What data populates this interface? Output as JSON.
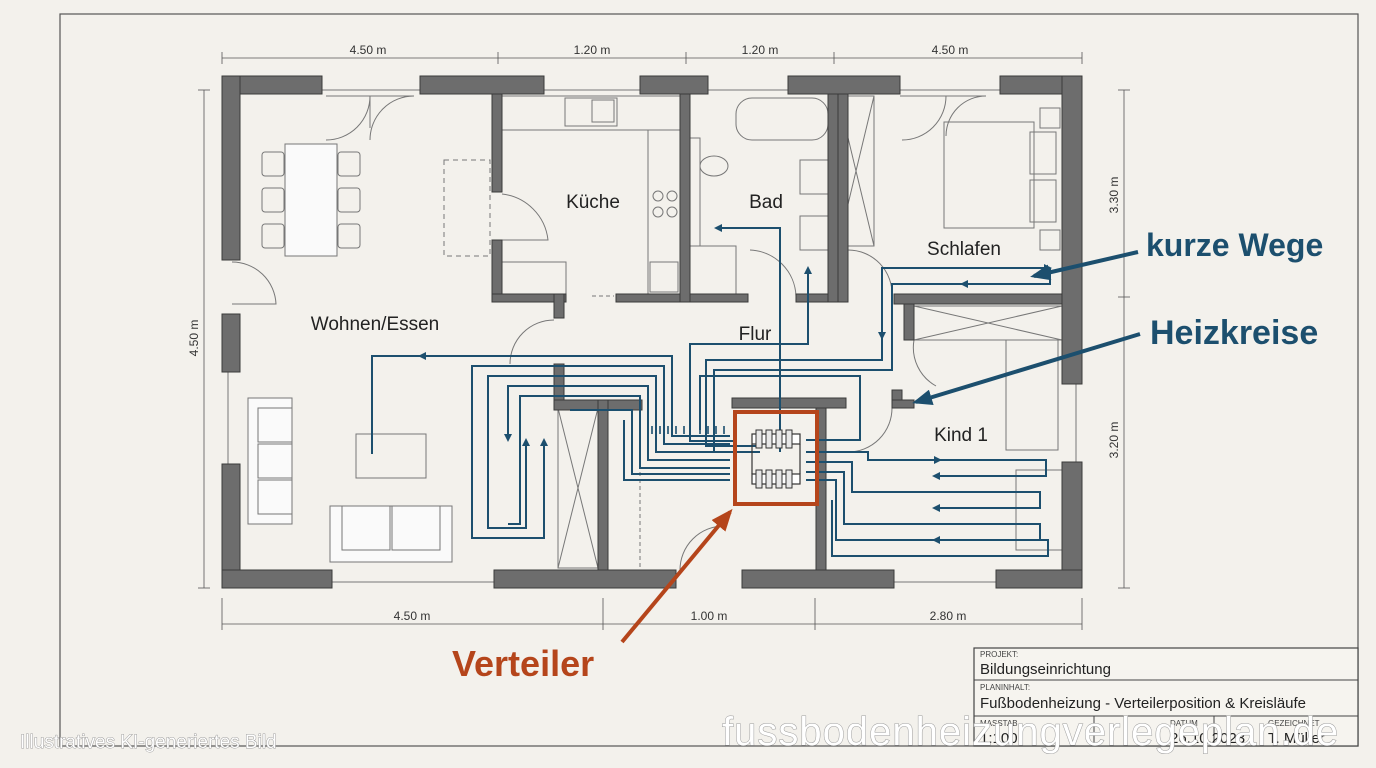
{
  "dimensions": {
    "top": [
      "4.50 m",
      "1.20 m",
      "1.20 m",
      "4.50 m"
    ],
    "bottom": [
      "4.50 m",
      "1.00 m",
      "2.80 m"
    ],
    "left": "4.50 m",
    "right_upper": "3.30 m",
    "right_lower": "3.20 m"
  },
  "rooms": {
    "wohnen": "Wohnen/Essen",
    "kueche": "Küche",
    "bad": "Bad",
    "schlafen": "Schlafen",
    "flur": "Flur",
    "kind": "Kind 1"
  },
  "callouts": {
    "kurze_wege": "kurze Wege",
    "heizkreise": "Heizkreise",
    "verteiler": "Verteiler"
  },
  "title_block": {
    "projekt_label": "PROJEKT:",
    "projekt_value": "Bildungseinrichtung",
    "planinhalt_label": "PLANINHALT:",
    "planinhalt_value": "Fußbodenheizung - Verteilerposition & Kreisläufe",
    "massstab_label": "MASSTAB",
    "massstab_value": "1:100",
    "datum_label": "DATUM",
    "datum_value": "26.10.2023",
    "gezeichnet_label": "GEZEICHNET",
    "gezeichnet_value": "T. Müller"
  },
  "watermarks": {
    "left": "Illustratives KI-generiertes Bild",
    "right": "fussbodenheizungverlegeplan.de"
  },
  "colors": {
    "pipe": "#1c4f6e",
    "wall": "#6d6d6d",
    "wall_stroke": "#3a3a3a",
    "verteiler": "#b5451b",
    "callout_blue": "#1c4f6e",
    "paper": "#f3f1ec"
  }
}
